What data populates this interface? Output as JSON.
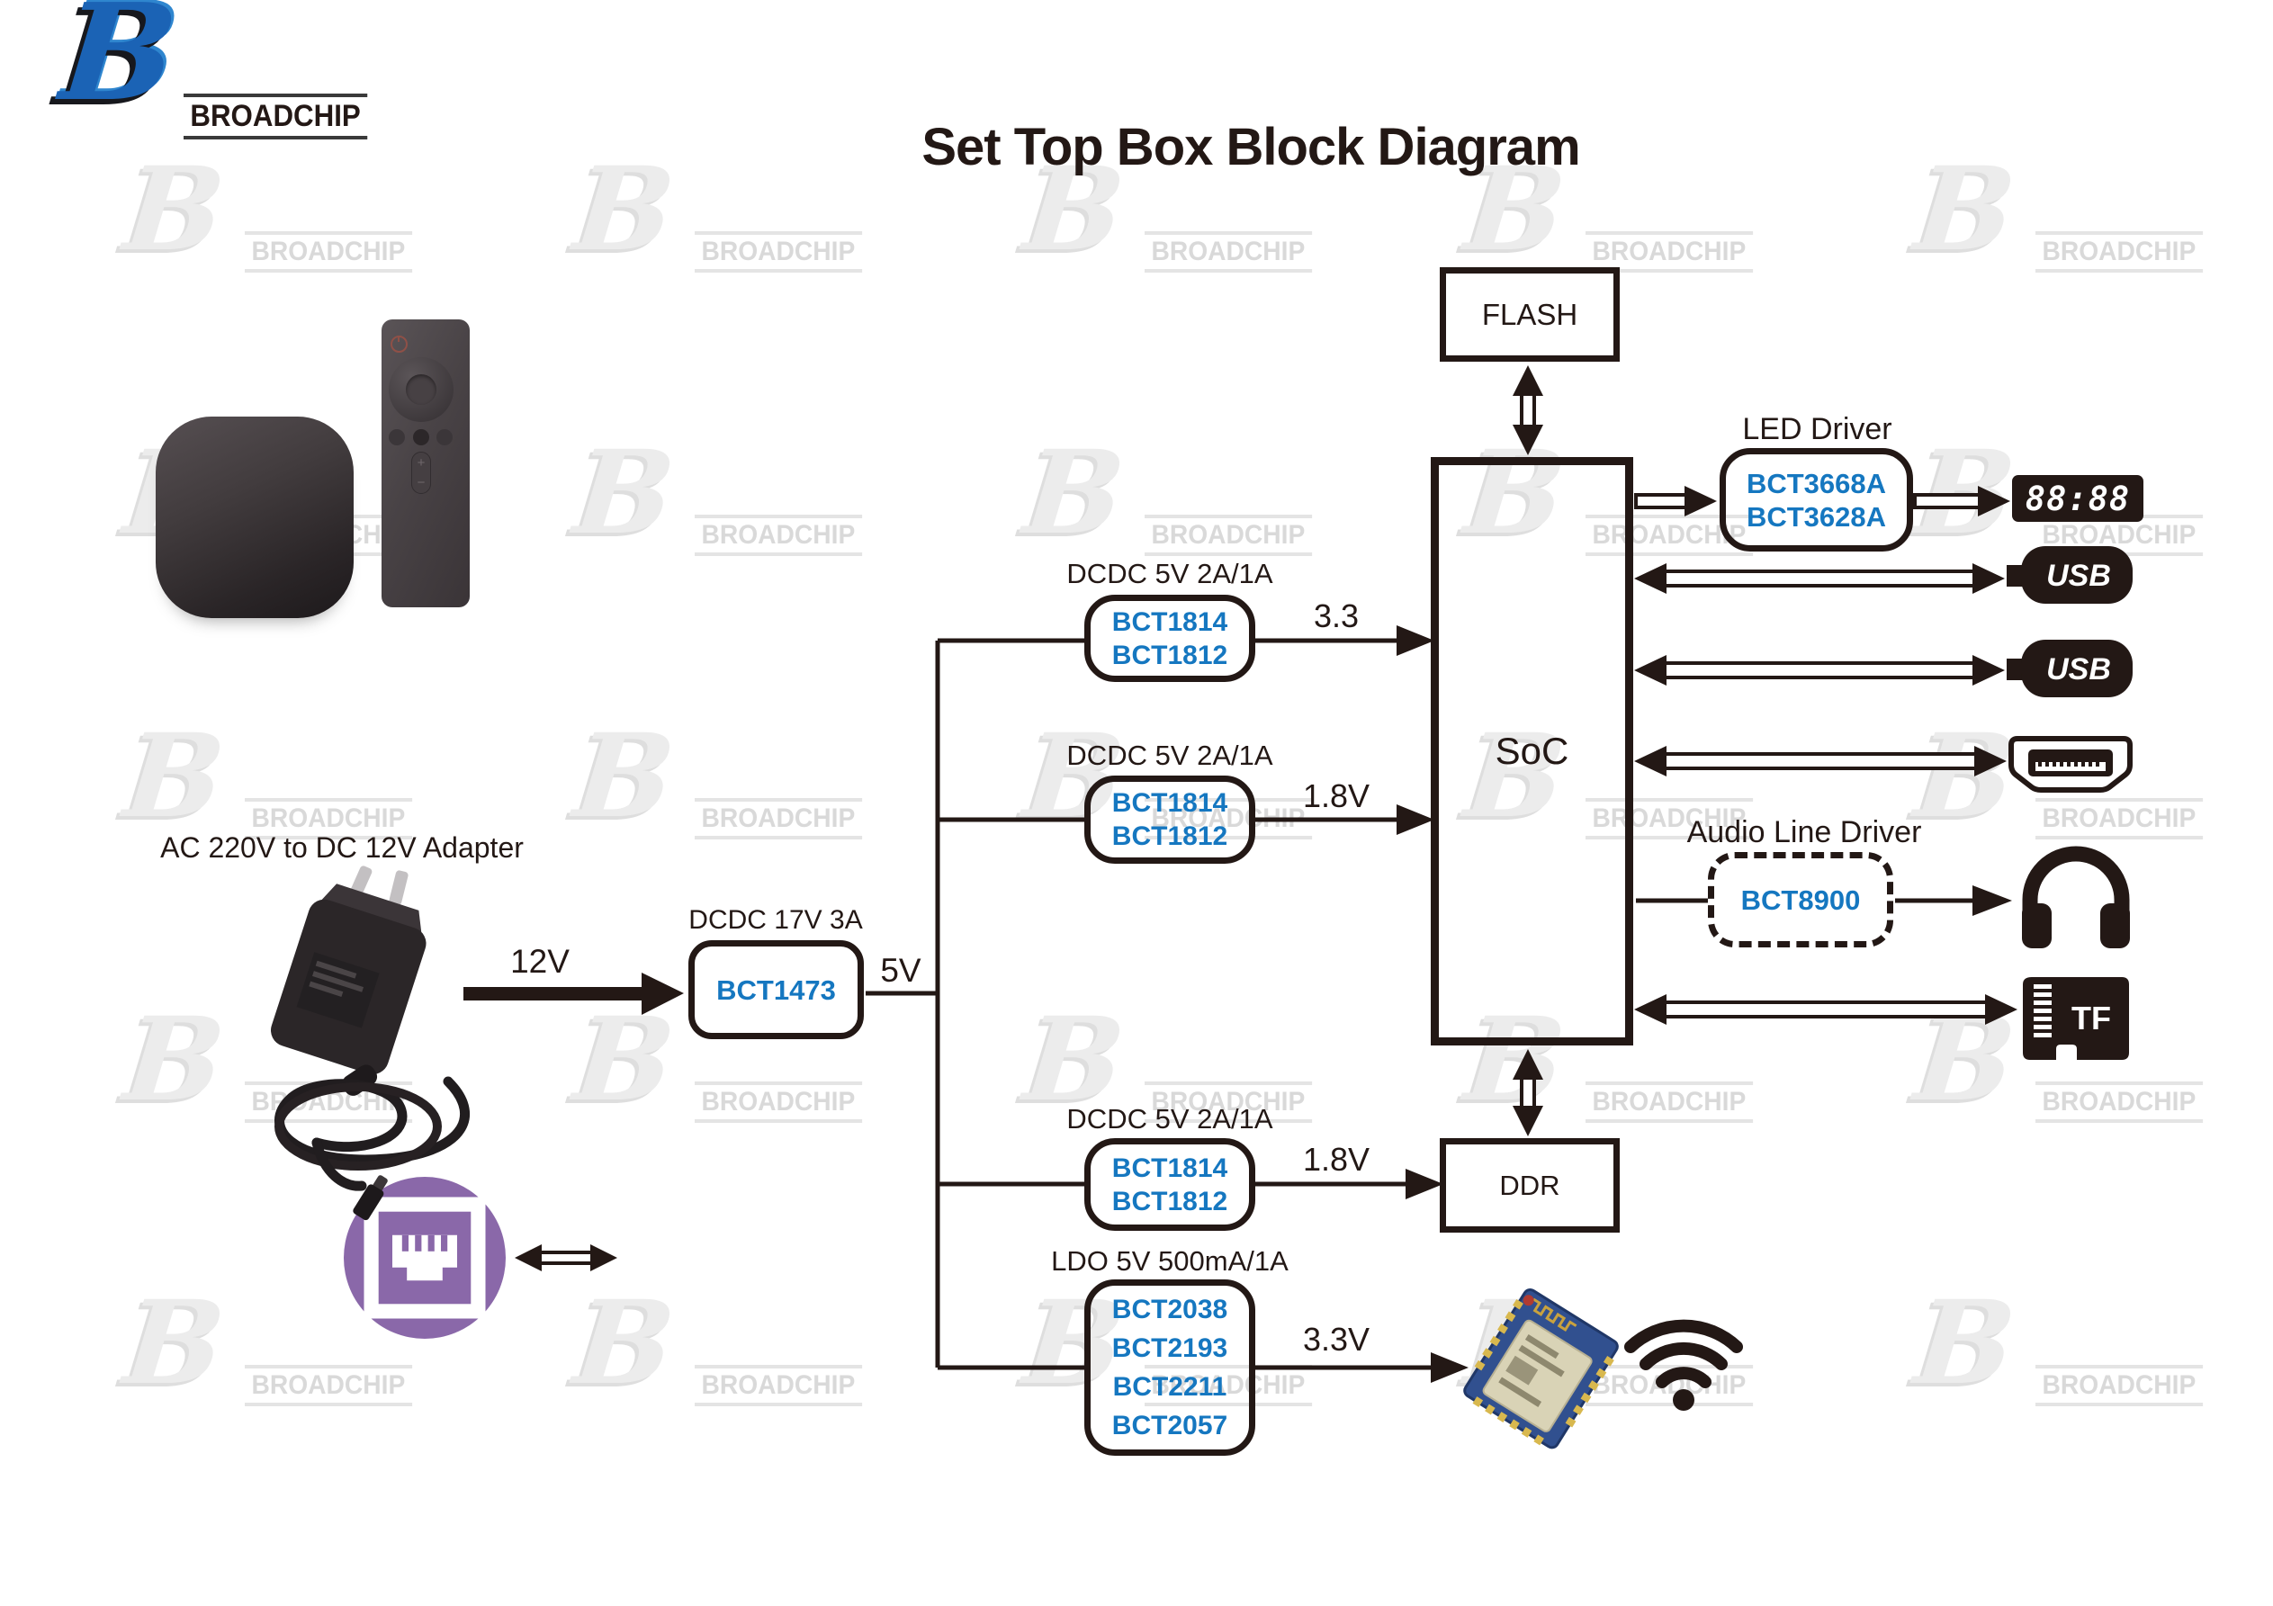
{
  "title": "Set Top Box Block Diagram",
  "logo": {
    "letter": "B",
    "name": "BROADCHIP"
  },
  "watermark": {
    "letter": "B",
    "name": "BROADCHIP"
  },
  "adapter": {
    "label": "AC 220V to DC 12V Adapter"
  },
  "power_chain": {
    "input_voltage": "12V",
    "converter_label": "DCDC 17V 3A",
    "converter_part": "BCT1473",
    "rail_voltage": "5V"
  },
  "regulators": [
    {
      "label": "DCDC 5V 2A/1A",
      "parts": [
        "BCT1814",
        "BCT1812"
      ],
      "output": "3.3"
    },
    {
      "label": "DCDC 5V 2A/1A",
      "parts": [
        "BCT1814",
        "BCT1812"
      ],
      "output": "1.8V"
    },
    {
      "label": "DCDC 5V 2A/1A",
      "parts": [
        "BCT1814",
        "BCT1812"
      ],
      "output": "1.8V"
    },
    {
      "label": "LDO 5V 500mA/1A",
      "parts": [
        "BCT2038",
        "BCT2193",
        "BCT2211",
        "BCT2057"
      ],
      "output": "3.3V"
    }
  ],
  "blocks": {
    "flash": "FLASH",
    "soc": "SoC",
    "ddr": "DDR"
  },
  "led_driver": {
    "label": "LED Driver",
    "parts": [
      "BCT3668A",
      "BCT3628A"
    ]
  },
  "audio_driver": {
    "label": "Audio Line Driver",
    "part": "BCT8900"
  },
  "icons": {
    "display_digits": "88:88",
    "usb": "USB",
    "tf": "TF"
  },
  "remote": {
    "volume_up": "+",
    "volume_down": "−"
  },
  "colors": {
    "ink": "#231815",
    "accent_blue": "#1577c0",
    "logo_blue": "#1b63b5",
    "purple": "#8a68a9",
    "watermark_gray": "#ececec"
  }
}
